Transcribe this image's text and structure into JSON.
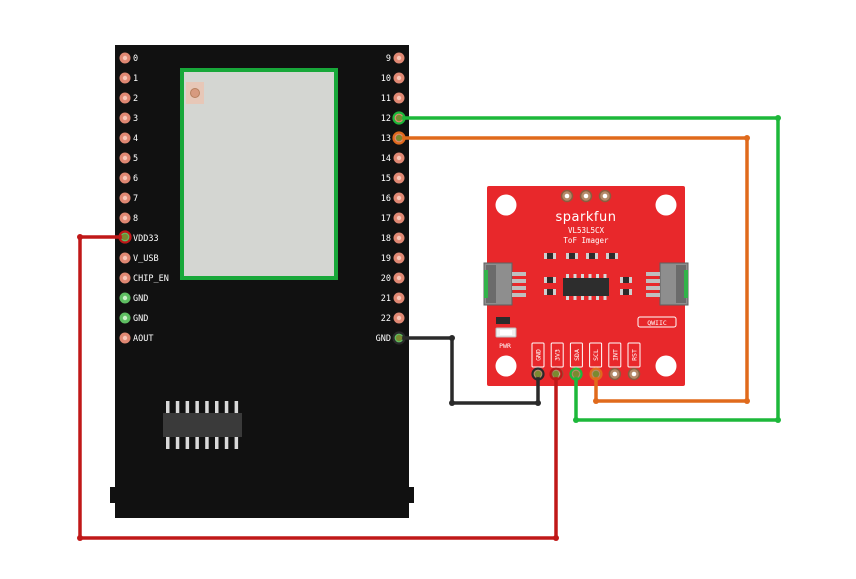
{
  "board": {
    "left_pins": [
      "0",
      "1",
      "2",
      "3",
      "4",
      "5",
      "6",
      "7",
      "8",
      "VDD33",
      "V_USB",
      "CHIP_EN",
      "GND",
      "GND",
      "AOUT"
    ],
    "right_pins": [
      "9",
      "10",
      "11",
      "12",
      "13",
      "14",
      "15",
      "16",
      "17",
      "18",
      "19",
      "20",
      "21",
      "22",
      "GND"
    ]
  },
  "sensor": {
    "brand": "sparkfun",
    "model": "VL53L5CX",
    "subtitle": "ToF Imager",
    "pins": [
      "GND",
      "3V3",
      "SDA",
      "SCL",
      "INT",
      "RST"
    ],
    "pwr_label": "PWR",
    "qwiic_label": "QWIIC"
  },
  "colors": {
    "board": "#111111",
    "sensor_board": "#e8282b",
    "wire_red": "#c01818",
    "wire_orange": "#e06a1c",
    "wire_green": "#1db83a",
    "wire_black": "#2a2a2a"
  },
  "wires": [
    {
      "name": "3V3-to-VDD33",
      "color": "red"
    },
    {
      "name": "SCL-to-13",
      "color": "orange"
    },
    {
      "name": "SDA-to-12",
      "color": "green"
    },
    {
      "name": "GND-to-GND",
      "color": "black"
    }
  ]
}
